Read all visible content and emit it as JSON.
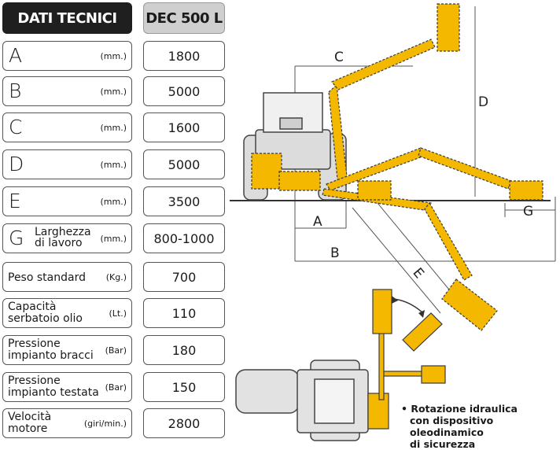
{
  "header": {
    "title": "DATI TECNICI",
    "model": "DEC 500 L"
  },
  "specs": [
    {
      "letter": "A",
      "unit": "(mm.)",
      "value": "1800"
    },
    {
      "letter": "B",
      "unit": "(mm.)",
      "value": "5000"
    },
    {
      "letter": "C",
      "unit": "(mm.)",
      "value": "1600"
    },
    {
      "letter": "D",
      "unit": "(mm.)",
      "value": "5000"
    },
    {
      "letter": "E",
      "unit": "(mm.)",
      "value": "3500"
    },
    {
      "letter": "G",
      "line1": "Larghezza",
      "line2": "di lavoro",
      "unit": "(mm.)",
      "value": "800-1000"
    },
    {
      "line1": "Peso standard",
      "unit": "(Kg.)",
      "value": "700"
    },
    {
      "line1": "Capacità",
      "line2": "serbatoio olio",
      "unit": "(Lt.)",
      "value": "110"
    },
    {
      "line1": "Pressione",
      "line2": "impianto bracci",
      "unit": "(Bar)",
      "value": "180"
    },
    {
      "line1": "Pressione",
      "line2": "impianto testata",
      "unit": "(Bar)",
      "value": "150"
    },
    {
      "line1": "Velocità",
      "line2": "motore",
      "unit": "(giri/min.)",
      "value": "2800"
    }
  ],
  "diagram": {
    "labels": {
      "a": "A",
      "b": "B",
      "c": "C",
      "d": "D",
      "e": "E",
      "g": "G"
    },
    "note": {
      "line1": "• Rotazione idraulica",
      "line2": "con dispositivo oleodinamico",
      "line3": "di sicurezza"
    },
    "colors": {
      "arm": "#f5b800",
      "outline": "#3a3a3a",
      "tractor": "#d9d9d9"
    }
  }
}
